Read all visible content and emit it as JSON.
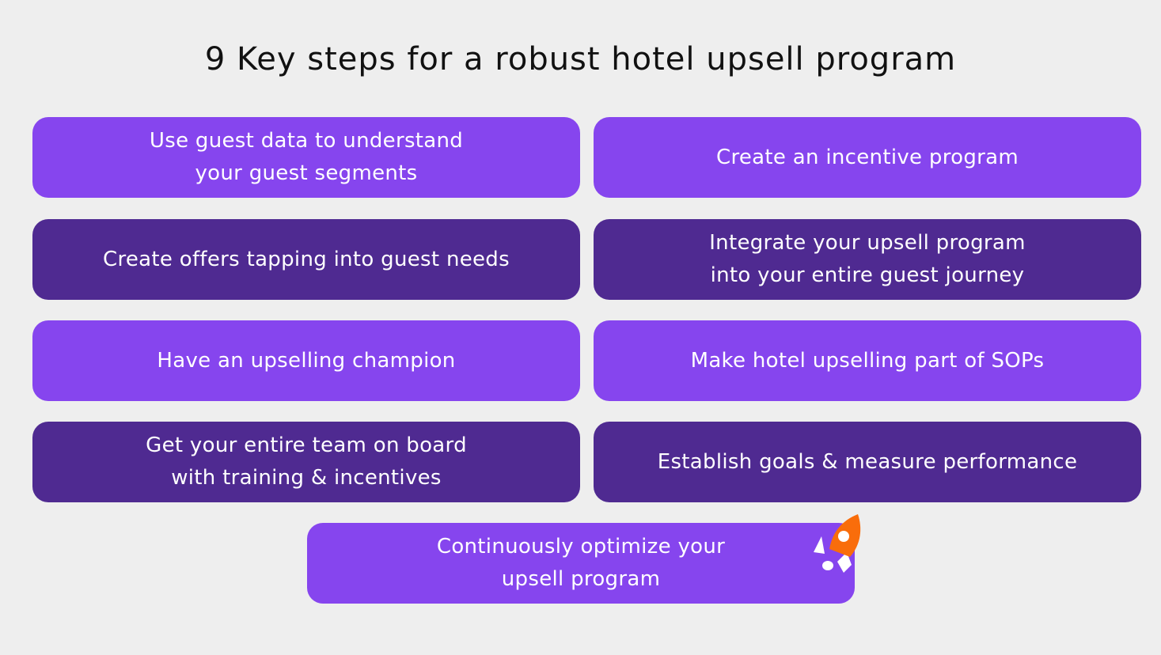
{
  "title": "9 Key steps for a robust hotel upsell program",
  "steps": [
    "Use guest data to understand\nyour guest segments",
    "Create an incentive program",
    "Create offers tapping into guest needs",
    "Integrate your upsell program\ninto your entire guest journey",
    "Have an upselling champion",
    "Make hotel upselling part of SOPs",
    "Get your entire team on board\nwith training & incentives",
    "Establish goals & measure performance",
    "Continuously optimize your\nupsell program"
  ],
  "colors": {
    "light": "#8645ee",
    "dark": "#4f2a91",
    "background": "#eeeeee",
    "rocket": "#f96d0b"
  },
  "icon": "rocket-icon"
}
